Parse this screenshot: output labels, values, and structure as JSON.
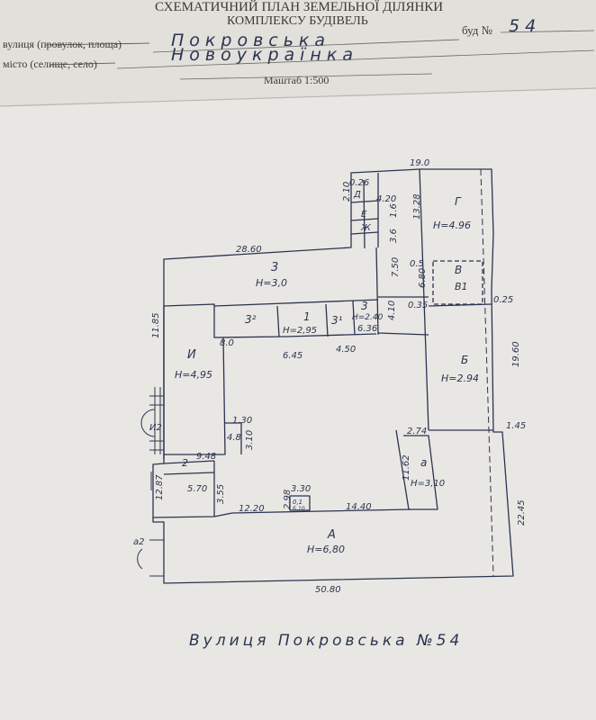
{
  "header": {
    "title_line1": "СХЕМАТИЧНИЙ ПЛАН ЗЕМЕЛЬНОЇ ДІЛЯНКИ",
    "title_line2": "КОМПЛЕКСУ БУДІВЕЛЬ",
    "street_label": "вулиця (провулок, площа)",
    "street_value": "Покровська",
    "building_label": "буд №",
    "building_value": "54",
    "city_label": "місто (селище, село)",
    "city_value": "Новоукраїнка",
    "scale_label": "Маштаб 1:500"
  },
  "rooms": {
    "A": {
      "label": "А",
      "height": "Н=6,80"
    },
    "B": {
      "label": "Б",
      "height": "Н=2.94"
    },
    "V": {
      "label": "В",
      "sub": "В1"
    },
    "G": {
      "label": "Г",
      "height": "Н=4.96"
    },
    "D": {
      "label": "Д"
    },
    "E": {
      "label": "Е"
    },
    "Zh": {
      "label": "Ж"
    },
    "z3": {
      "label": "3",
      "height": "Н=3,0"
    },
    "z32": {
      "label": "3²"
    },
    "z31": {
      "label": "3¹"
    },
    "z33": {
      "label": "3",
      "height": "Н=2.40"
    },
    "z1": {
      "label": "1",
      "height": "Н=2,95"
    },
    "z2": {
      "label": "2"
    },
    "I": {
      "label": "И",
      "height": "Н=4,95"
    },
    "i2": {
      "label": "И2"
    },
    "a": {
      "label": "а",
      "height": "Н=3,10"
    },
    "a2": {
      "label": "а2"
    },
    "o1": {
      "label": "0,1",
      "sub": "Б,10"
    }
  },
  "dimensions": {
    "top_g": "19.0",
    "width_286": "28.60",
    "top_026": "0.26",
    "side_210": "2.10",
    "w_420": "4.20",
    "h_36": "3.6",
    "h_16": "1.6",
    "h_1328": "13.28",
    "h_750": "7.50",
    "h_05": "0.5",
    "h_680": "6.80",
    "h_410": "4.10",
    "w_025": "0.25",
    "w_035": "0.35",
    "w_636": "6.36",
    "w_645": "6.45",
    "w_450": "4.50",
    "w_80": "8.0",
    "h_1960": "19.60",
    "h_1185": "11.85",
    "w_130": "1.30",
    "w_48": "4.8",
    "h_310": "3.10",
    "w_948": "9.48",
    "h_1287": "12.87",
    "w_570": "5.70",
    "h_355": "3.55",
    "w_1220": "12.20",
    "h_298": "2.98",
    "w_330": "3.30",
    "w_1440": "14.40",
    "w_274": "2.74",
    "w_145": "1.45",
    "h_1162": "11.62",
    "h_2245": "22.45",
    "bottom_5080": "50.80"
  },
  "footer": {
    "street_caption": "Вулиця Покровська №54"
  }
}
